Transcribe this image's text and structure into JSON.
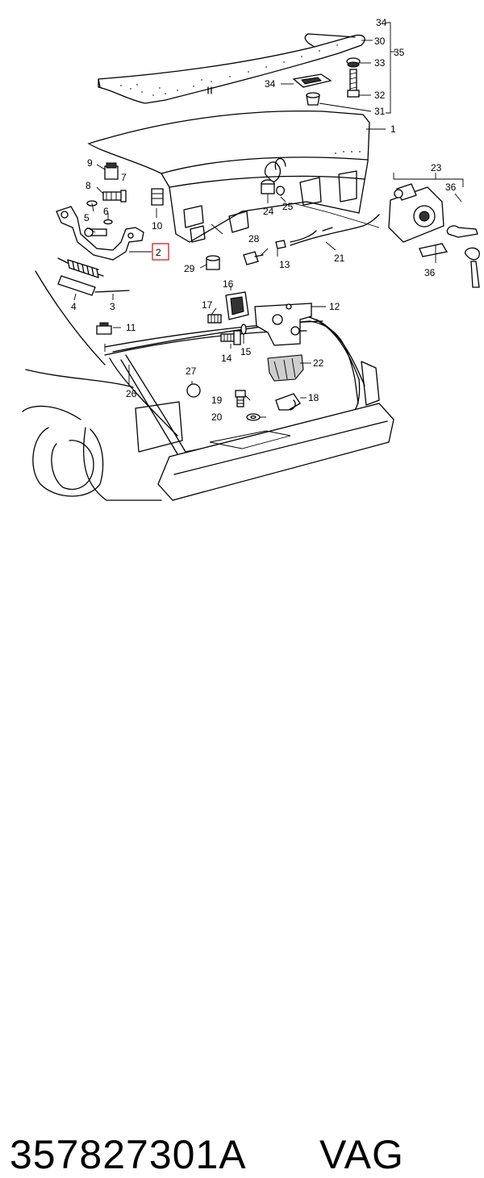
{
  "caption": {
    "part_number": "357827301A",
    "brand": "VAG"
  },
  "highlight_color": "#e04848",
  "callouts": {
    "c1": "1",
    "c2": "2",
    "c3": "3",
    "c4": "4",
    "c5": "5",
    "c6": "6",
    "c7": "7",
    "c8": "8",
    "c9": "9",
    "c10": "10",
    "c11": "11",
    "c12": "12",
    "c13": "13",
    "c14": "14",
    "c15": "15",
    "c16": "16",
    "c17": "17",
    "c18": "18",
    "c19": "19",
    "c20": "20",
    "c21": "21",
    "c22": "22",
    "c23": "23",
    "c24": "24",
    "c25": "25",
    "c26": "26",
    "c27": "27",
    "c28": "28",
    "c29": "29",
    "c30": "30",
    "c31": "31",
    "c32": "32",
    "c33": "33",
    "c34a": "34",
    "c34b": "34",
    "c35": "35",
    "c36a": "36",
    "c36b": "36"
  },
  "highlighted_callout": "2"
}
